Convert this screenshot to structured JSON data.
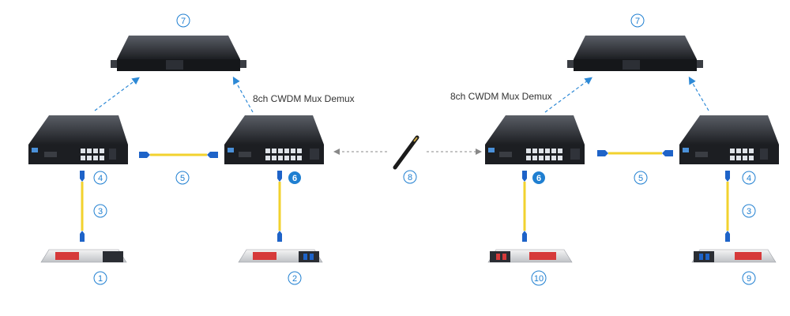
{
  "labels": {
    "mux_left": "8ch CWDM Mux Demux",
    "mux_right": "8ch CWDM Mux Demux"
  },
  "callouts": {
    "rack_left": "7",
    "rack_right": "7",
    "port_left_a": "4",
    "port_left_b": "6",
    "port_right_a": "6",
    "port_right_b": "4",
    "patch_left": "5",
    "patch_right": "5",
    "fiber_left": "3",
    "fiber_right": "3",
    "trunk_cable": "8",
    "sfp_1": "1",
    "sfp_2": "2",
    "sfp_10": "10",
    "sfp_9": "9"
  },
  "colors": {
    "accent_blue": "#1f7fd1",
    "fiber_yellow": "#f2d22e",
    "connector_blue": "#1e63c8",
    "sfp_red": "#d63a3a",
    "chassis": "#2a2d33"
  }
}
